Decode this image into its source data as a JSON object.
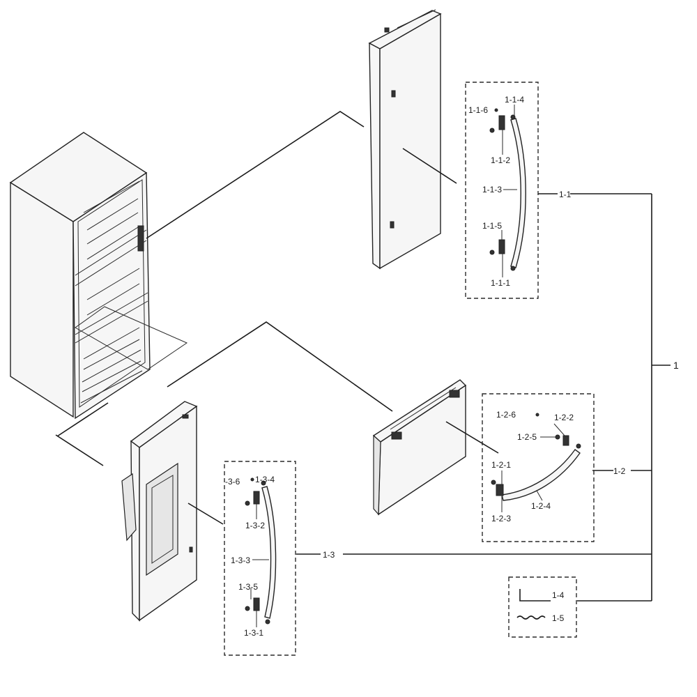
{
  "labels": {
    "assembly": "1",
    "fridge_door_assy": "1-1",
    "freezer_door_assy": "1-2",
    "dispenser_door_assy": "1-3",
    "part_1_4": "1-4",
    "part_1_5": "1-5",
    "h1_1": "1-1-1",
    "h1_2": "1-1-2",
    "h1_3": "1-1-3",
    "h1_4": "1-1-4",
    "h1_5": "1-1-5",
    "h1_6": "1-1-6",
    "h2_1": "1-2-1",
    "h2_2": "1-2-2",
    "h2_3": "1-2-3",
    "h2_4": "1-2-4",
    "h2_5": "1-2-5",
    "h2_6": "1-2-6",
    "h3_1": "1-3-1",
    "h3_2": "1-3-2",
    "h3_3": "1-3-3",
    "h3_4": "1-3-4",
    "h3_5": "1-3-5",
    "h3_6": "-3-6"
  }
}
